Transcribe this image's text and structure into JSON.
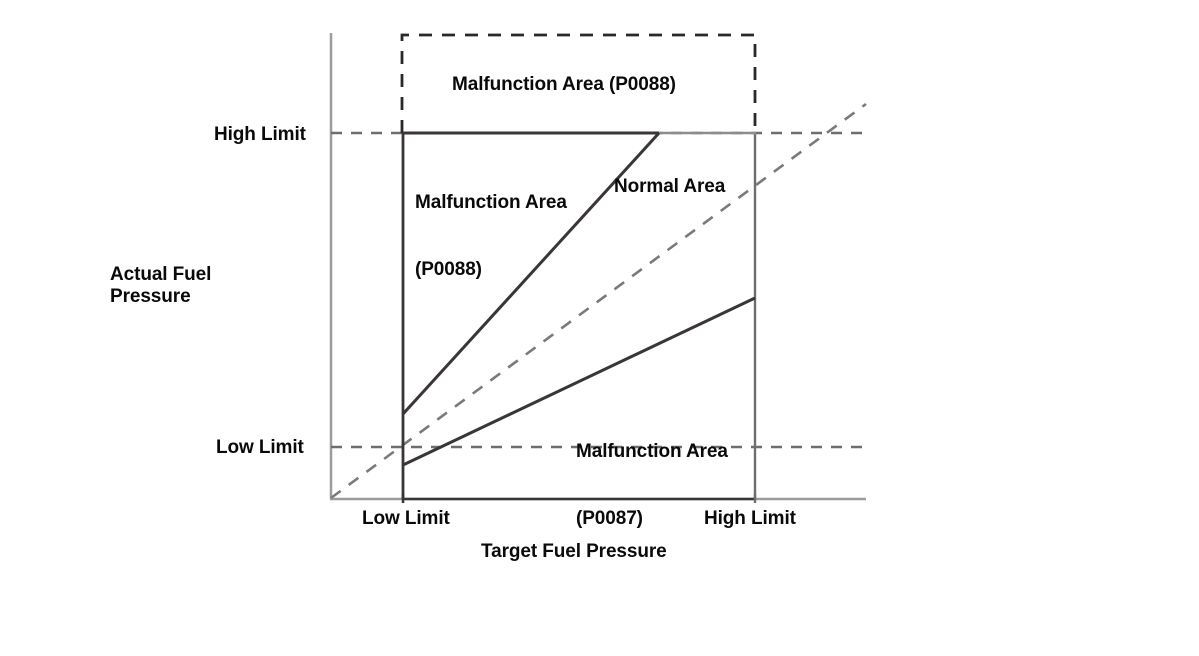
{
  "chart_data": {
    "type": "line",
    "title": "",
    "xlabel": "Target Fuel Pressure",
    "ylabel": "Actual Fuel Pressure",
    "grid": false,
    "legend": "none",
    "x_ticks": [
      "Low Limit",
      "High Limit"
    ],
    "y_ticks": [
      "Low Limit",
      "High Limit"
    ],
    "annotations": [
      "Malfunction Area (P0088)",
      "Malfunction Area\n(P0088)",
      "Normal Area",
      "Malfunction Area\n(P0087)"
    ],
    "series": [
      {
        "name": "upper-tolerance-boundary",
        "style": "solid",
        "points": [
          [
            403,
            414
          ],
          [
            658,
            133
          ]
        ]
      },
      {
        "name": "upper-boundary-clamp",
        "style": "solid",
        "points": [
          [
            403,
            133
          ],
          [
            658,
            133
          ]
        ]
      },
      {
        "name": "lower-tolerance-boundary",
        "style": "solid",
        "points": [
          [
            403,
            465
          ],
          [
            755,
            298
          ]
        ]
      },
      {
        "name": "ideal-1-to-1-reference",
        "style": "dashed",
        "points": [
          [
            331,
            498
          ],
          [
            865,
            105
          ]
        ]
      }
    ],
    "regions": [
      {
        "name": "malfunction-p0088-upper",
        "style": "dashed-box"
      },
      {
        "name": "malfunction-p0088-lower",
        "style": "solid-box"
      },
      {
        "name": "normal-area",
        "style": "between-boundaries"
      },
      {
        "name": "malfunction-p0087",
        "style": "below-lower-boundary"
      }
    ]
  },
  "axes": {
    "y_title": "Actual Fuel\nPressure",
    "x_title": "Target Fuel Pressure",
    "y_tick_high": "High Limit",
    "y_tick_low": "Low Limit",
    "x_tick_low": "Low Limit",
    "x_tick_high": "High Limit"
  },
  "labels": {
    "malfunction_top": "Malfunction Area (P0088)",
    "malfunction_mid_line1": "Malfunction Area",
    "malfunction_mid_line2": "(P0088)",
    "normal_area": "Normal Area",
    "malfunction_low_line1": "Malfunction Area",
    "malfunction_low_line2": "(P0087)"
  },
  "colors": {
    "axis_gray": "#9c9c9c",
    "line_dark": "#3a3636",
    "dash_gray": "#6e6e6e",
    "text": "#0a0a0a",
    "background": "#ffffff"
  }
}
